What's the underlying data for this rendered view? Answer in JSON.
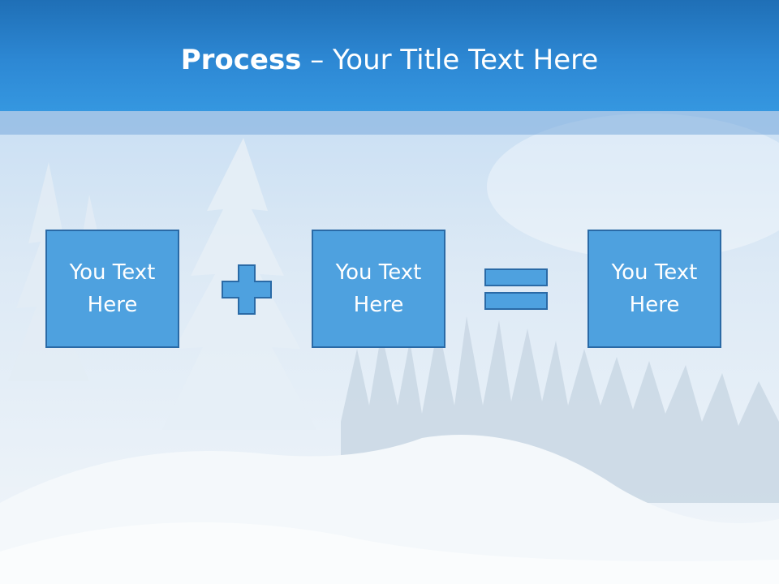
{
  "slide": {
    "title_bold": "Process",
    "title_rest": " – Your Title Text Here"
  },
  "process": {
    "boxes": [
      {
        "label": "You Text Here"
      },
      {
        "label": "You Text Here"
      },
      {
        "label": "You Text Here"
      }
    ],
    "operators": [
      "plus-icon",
      "equals-icon"
    ]
  },
  "colors": {
    "header": "#2d88d4",
    "box_fill": "#4ea1df",
    "box_border": "#2a6aa6",
    "title_text": "#ffffff"
  }
}
